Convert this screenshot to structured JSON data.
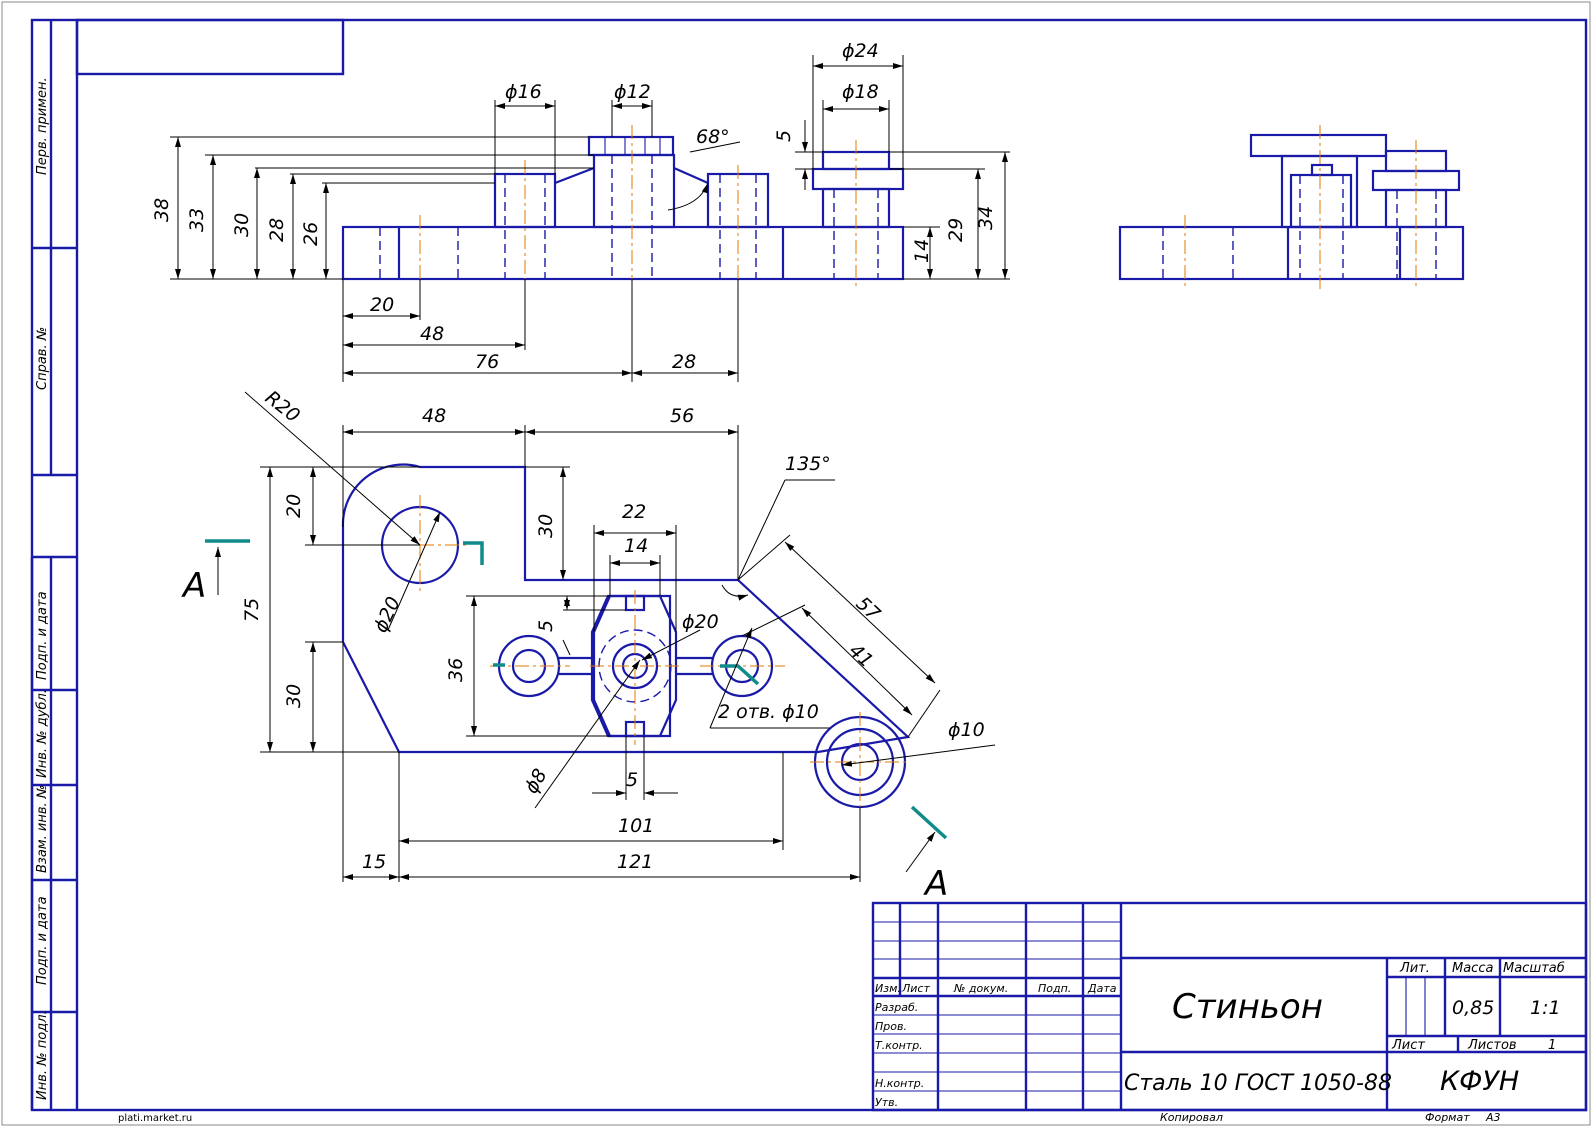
{
  "frame_labels": {
    "perv_primen": "Перв. примен.",
    "sprav_no": "Справ. №",
    "podp_data_1": "Подп. и дата",
    "inv_dubl": "Инв. № дубл.",
    "vzam_inv": "Взам. инв. №",
    "podp_data_2": "Подп. и дата",
    "inv_podl": "Инв. № подл."
  },
  "front_view": {
    "dims": {
      "d16": "ϕ16",
      "d12": "ϕ12",
      "d24": "ϕ24",
      "d18": "ϕ18",
      "a68": "68°",
      "h5": "5",
      "h38": "38",
      "h33": "33",
      "h30": "30",
      "h28": "28",
      "h26": "26",
      "h14": "14",
      "h29": "29",
      "h34": "34",
      "l20": "20",
      "l48": "48",
      "l76": "76",
      "l28": "28"
    }
  },
  "top_view": {
    "dims": {
      "r20": "R20",
      "w48": "48",
      "w56": "56",
      "a135": "135°",
      "v20": "20",
      "v30a": "30",
      "v75": "75",
      "v30b": "30",
      "d20a": "ϕ20",
      "w22": "22",
      "w14": "14",
      "v5a": "5",
      "v36": "36",
      "d20b": "ϕ20",
      "holes": "2 отв. ϕ10",
      "s57": "57",
      "s41": "41",
      "d10": "ϕ10",
      "d8": "ϕ8",
      "w5b": "5",
      "w101": "101",
      "w15": "15",
      "w121": "121"
    },
    "section_mark": "A"
  },
  "title_block": {
    "headers": {
      "izm": "Изм.",
      "list": "Лист",
      "doc": "№ докум.",
      "podp": "Подп.",
      "data": "Дата",
      "lit": "Лит.",
      "massa": "Масса",
      "masshtab": "Масштаб",
      "list2": "Лист",
      "listov": "Листов"
    },
    "roles": {
      "razrab": "Разраб.",
      "prov": "Пров.",
      "tkontr": "Т.контр.",
      "nkontr": "Н.контр.",
      "utv": "Утв."
    },
    "part_name": "Стиньон",
    "material": "Сталь 10  ГОСТ 1050-88",
    "mass": "0,85",
    "scale": "1:1",
    "sheets_total": "1",
    "organization": "КФУН"
  },
  "footer": {
    "source": "plati.market.ru",
    "copied": "Копировал",
    "format_label": "Формат",
    "format_value": "А3"
  }
}
